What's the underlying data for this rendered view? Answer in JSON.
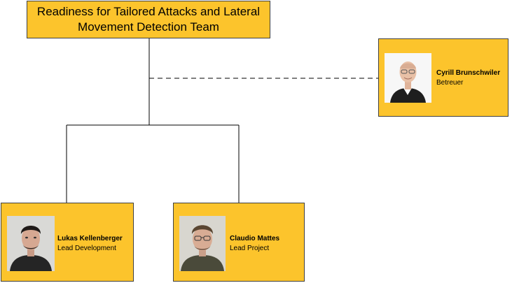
{
  "title": {
    "line1": "Readiness for Tailored Attacks and Lateral",
    "line2": "Movement Detection Team"
  },
  "advisor": {
    "name": "Cyrill Brunschwiler",
    "role": "Betreuer"
  },
  "members": [
    {
      "name": "Lukas Kellenberger",
      "role": "Lead Development"
    },
    {
      "name": "Claudio Mattes",
      "role": "Lead Project"
    }
  ],
  "colors": {
    "box_fill": "#fcc42c",
    "box_border": "#404040",
    "connector": "#000000"
  }
}
